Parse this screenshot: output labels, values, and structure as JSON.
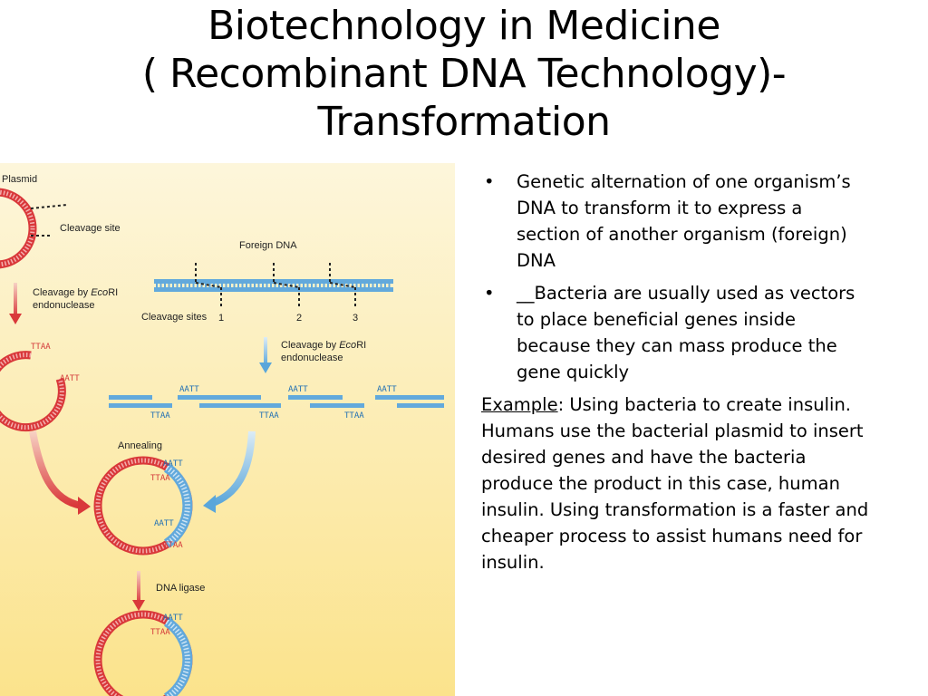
{
  "title": {
    "line1": "Biotechnology in Medicine",
    "line2": "( Recombinant DNA Technology)-",
    "line3": "Transformation"
  },
  "figure": {
    "labels": {
      "plasmid": "Plasmid",
      "cleavage_site": "Cleavage site",
      "foreign_dna": "Foreign DNA",
      "cleavage_by_left_1": "Cleavage by ",
      "cleavage_by_left_eco": "Eco",
      "cleavage_by_left_2": "RI",
      "endonuclease_left": "endonuclease",
      "cleavage_sites": "Cleavage sites",
      "site_1": "1",
      "site_2": "2",
      "site_3": "3",
      "cleavage_by_right_1": "Cleavage by ",
      "cleavage_by_right_eco": "Eco",
      "cleavage_by_right_2": "RI",
      "endonuclease_right": "endonuclease",
      "annealing": "Annealing",
      "dna_ligase": "DNA ligase",
      "aatt": "AATT",
      "ttaa": "TTAA"
    },
    "colors": {
      "plasmid_red": "#d9383a",
      "foreign_blue": "#62a9dc",
      "background_top": "#fdf5d7",
      "background_bottom": "#fbe38e"
    }
  },
  "bullets": [
    "Genetic alternation of one organism’s DNA to transform it to express a section of another organism (foreign) DNA",
    "__Bacteria are usually used as vectors to place beneficial genes inside because they can mass produce the gene quickly"
  ],
  "bullet_symbol": "•",
  "example": {
    "label": " Example",
    "text": ": Using bacteria to create insulin. Humans use the bacterial plasmid to insert desired genes and have the bacteria produce the product in this case, human insulin. Using transformation is a faster and cheaper process to assist humans need for insulin."
  }
}
